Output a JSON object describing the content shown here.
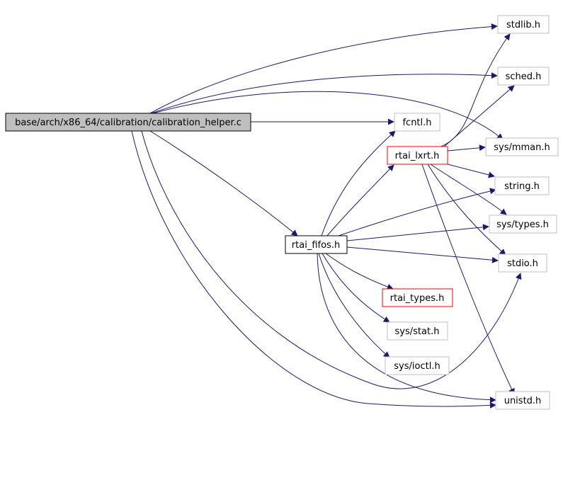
{
  "colors": {
    "edge": "#191970",
    "node_root_fill": "#bfbfbf",
    "node_root_border": "#000000",
    "node_normal_border": "#bfbfbf",
    "node_link_border": "#ff0000",
    "node_current_border": "#000000",
    "node_fill": "#ffffff"
  },
  "nodes": {
    "calibration_helper": {
      "label": "base/arch/x86_64/calibration/calibration_helper.c"
    },
    "stdlib": {
      "label": "stdlib.h"
    },
    "sched": {
      "label": "sched.h"
    },
    "fcntl": {
      "label": "fcntl.h"
    },
    "rtai_lxrt": {
      "label": "rtai_lxrt.h"
    },
    "sys_mman": {
      "label": "sys/mman.h"
    },
    "string": {
      "label": "string.h"
    },
    "sys_types": {
      "label": "sys/types.h"
    },
    "rtai_fifos": {
      "label": "rtai_fifos.h"
    },
    "stdio": {
      "label": "stdio.h"
    },
    "rtai_types": {
      "label": "rtai_types.h"
    },
    "sys_stat": {
      "label": "sys/stat.h"
    },
    "sys_ioctl": {
      "label": "sys/ioctl.h"
    },
    "unistd": {
      "label": "unistd.h"
    }
  }
}
